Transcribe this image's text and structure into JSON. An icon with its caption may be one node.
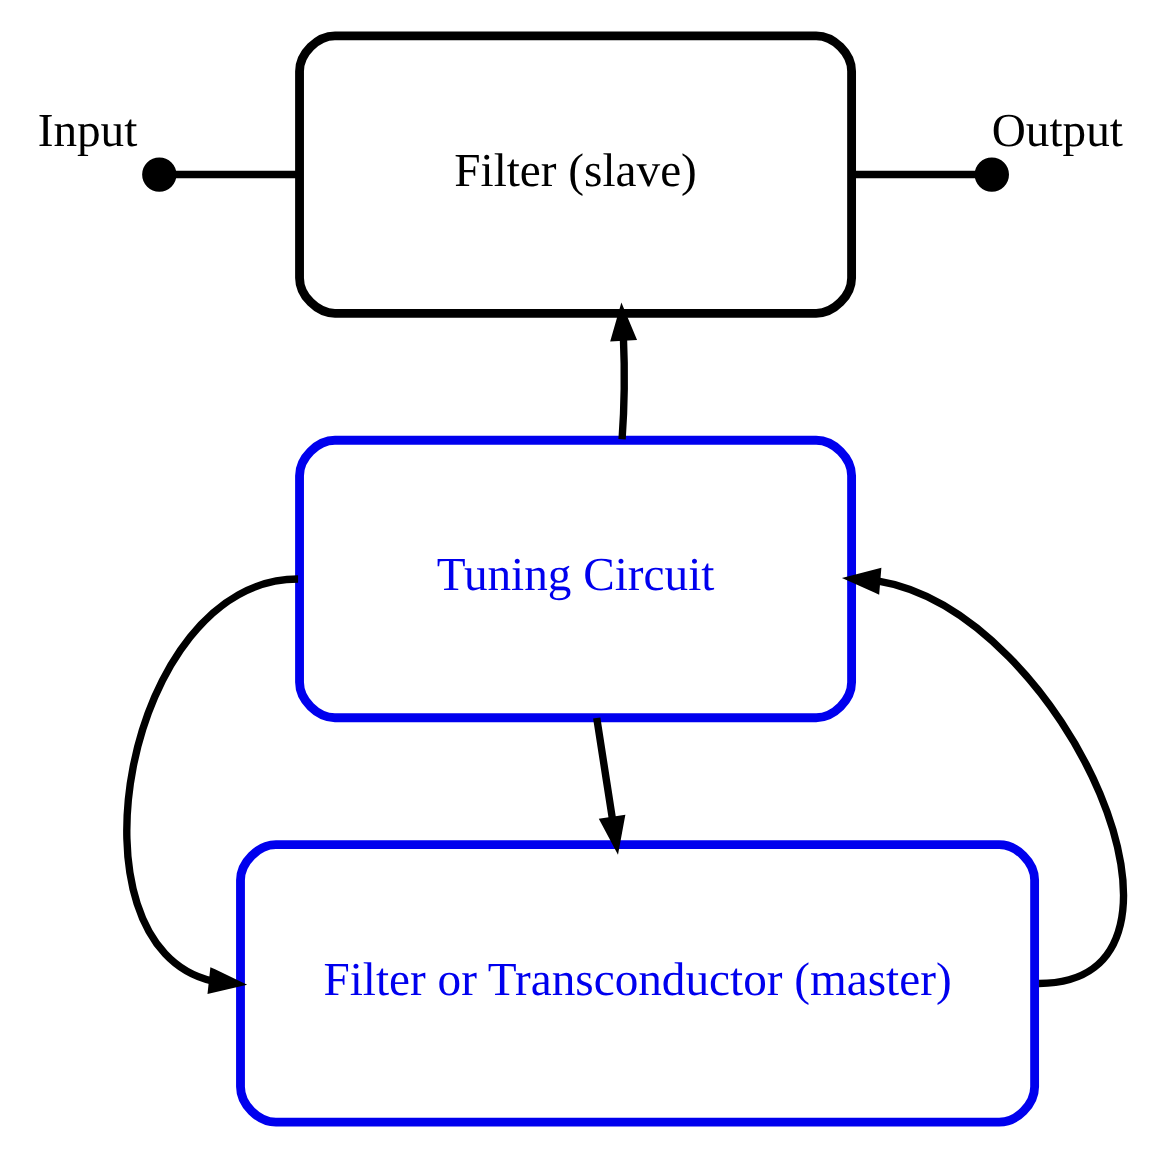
{
  "diagram": {
    "nodes": [
      {
        "text": [],
        "shape": "circle",
        "beside": [
          "Input"
        ]
      },
      {
        "text": [
          "Filter (slave)"
        ]
      },
      {
        "text": [],
        "shape": "circle",
        "beside": [
          "Output"
        ]
      },
      {
        "text": [
          "Tuning Circuit"
        ]
      },
      {
        "text": [
          "Filter or Transconductor (master)"
        ]
      }
    ],
    "edges": [
      {
        "from": 0,
        "to": 1,
        "arrow": "none"
      },
      {
        "from": 1,
        "to": 2,
        "arrow": "none"
      },
      {
        "from": 3,
        "to": 1,
        "arrow": "to"
      },
      {
        "from": 3,
        "to": 4,
        "arrow": "to"
      },
      {
        "from": 3,
        "to": 4,
        "arrow": "to"
      },
      {
        "from": 4,
        "to": 3,
        "arrow": "to"
      }
    ]
  }
}
